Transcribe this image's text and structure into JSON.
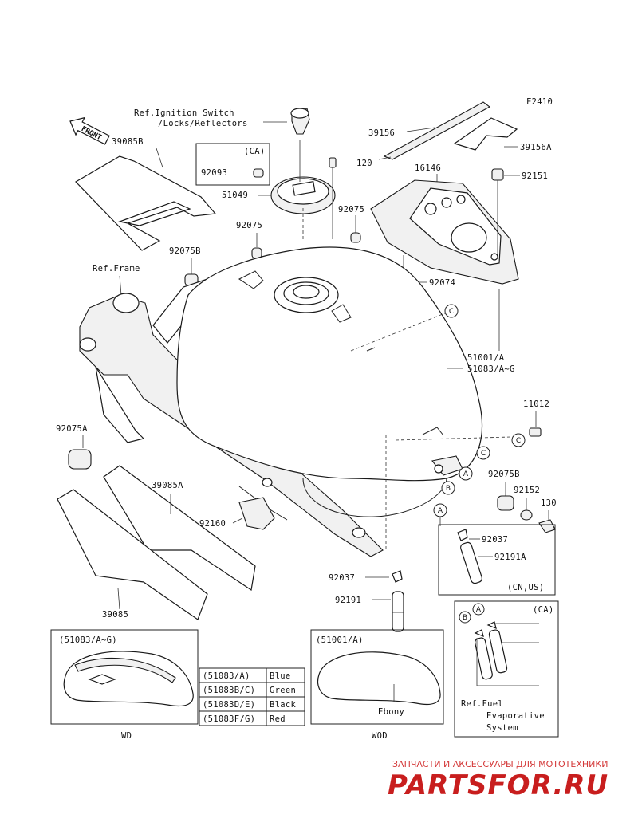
{
  "diagram": {
    "code": "F2410",
    "front_label": "FRONT",
    "callouts": {
      "ref_ignition_l1": "Ref.Ignition Switch",
      "ref_ignition_l2": "/Locks/Reflectors",
      "ca_box": "(CA)",
      "p92093": "92093",
      "p51049": "51049",
      "p39085B": "39085B",
      "p39156": "39156",
      "p39156A": "39156A",
      "p120": "120",
      "p16146": "16146",
      "p92151": "92151",
      "p92075_a": "92075",
      "p92075_b": "92075",
      "p92075B_top": "92075B",
      "ref_frame": "Ref.Frame",
      "p92074": "92074",
      "p51001A": "51001/A",
      "p51083": "51083/A~G",
      "p11012": "11012",
      "p92075A": "92075A",
      "p92075B_right": "92075B",
      "p92152": "92152",
      "p130": "130",
      "p39085A": "39085A",
      "p92160": "92160",
      "p39085": "39085",
      "p92037_main": "92037",
      "p92191_main": "92191",
      "p92037_sub": "92037",
      "p92191A": "92191A",
      "cn_us": "(CN,US)",
      "ca_sub": "(CA)",
      "ref_fuel_l1": "Ref.Fuel",
      "ref_fuel_l2": "Evaporative",
      "ref_fuel_l3": "System"
    },
    "circle_labels": {
      "c_tank": "C",
      "c_right": "C",
      "c_11012": "C",
      "a_main": "A",
      "b_main": "B",
      "a_sub": "A",
      "a_ca": "A",
      "b_ca": "B"
    },
    "wd_panel": {
      "title": "(51083/A~G)",
      "caption": "WD"
    },
    "color_table": [
      {
        "code": "(51083/A)",
        "color": "Blue"
      },
      {
        "code": "(51083B/C)",
        "color": "Green"
      },
      {
        "code": "(51083D/E)",
        "color": "Black"
      },
      {
        "code": "(51083F/G)",
        "color": "Red"
      }
    ],
    "wod_panel": {
      "title": "(51001/A)",
      "label": "Ebony",
      "caption": "WOD"
    }
  },
  "watermark": {
    "top_text": "ЗАПЧАСТИ И АКСЕССУАРЫ ДЛЯ МОТОТЕХНИКИ",
    "brand": "PARTSFOR.RU"
  }
}
